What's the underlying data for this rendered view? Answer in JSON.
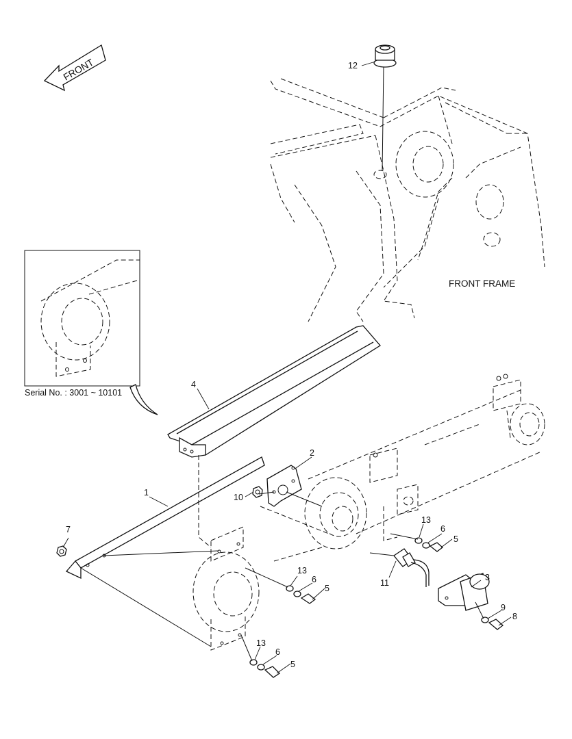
{
  "direction": {
    "label": "FRONT"
  },
  "frame_label": "FRONT FRAME",
  "inset_caption": "Serial No. : 3001 ~ 10101",
  "callouts": {
    "c1": "1",
    "c2": "2",
    "c3": "3",
    "c4": "4",
    "c5a": "5",
    "c5b": "5",
    "c5c": "5",
    "c6a": "6",
    "c6b": "6",
    "c6c": "6",
    "c7": "7",
    "c8": "8",
    "c9": "9",
    "c10": "10",
    "c11": "11",
    "c12": "12",
    "c13a": "13",
    "c13b": "13",
    "c13c": "13"
  }
}
